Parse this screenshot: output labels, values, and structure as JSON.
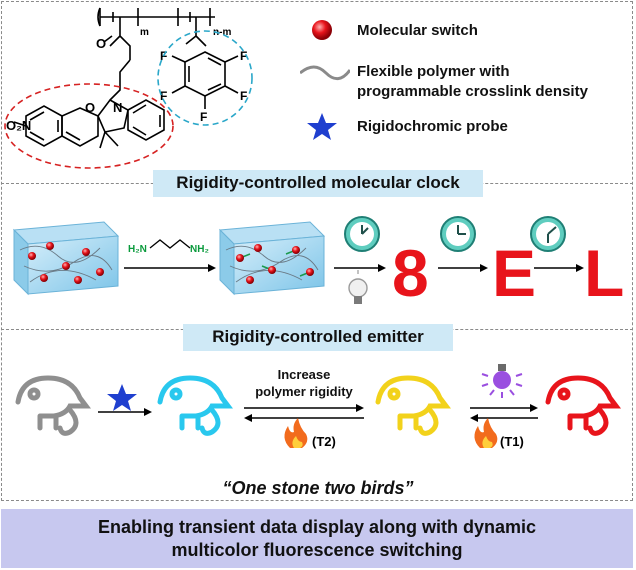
{
  "structure": {
    "subscript_m": "m",
    "subscript_nm": "n-m",
    "nitro_label": "O₂N",
    "n_label": "N",
    "o_label": "O",
    "f_label": "F"
  },
  "legend": {
    "items": [
      {
        "label": "Molecular switch",
        "icon": "red-sphere-icon"
      },
      {
        "label": "Flexible polymer with programmable crosslink density",
        "icon": "wavy-line-icon"
      },
      {
        "label": "Rigidochromic probe",
        "icon": "blue-star-icon"
      }
    ],
    "line2_a": "Flexible polymer with",
    "line2_b": "programmable crosslink density"
  },
  "clock_section": {
    "title": "Rigidity-controlled molecular clock",
    "reagent_left": "H₂N",
    "reagent_right": "NH₂",
    "digits": [
      "8",
      "E",
      "L"
    ]
  },
  "emitter_section": {
    "title": "Rigidity-controlled emitter",
    "step_line1": "Increase",
    "step_line2": "polymer rigidity",
    "t2_label": "(T2)",
    "t1_label": "(T1)",
    "quote": "“One stone two birds”"
  },
  "footer": {
    "line1": "Enabling transient data display along with dynamic",
    "line2": "multicolor fluorescence switching"
  },
  "colors": {
    "switch_red": "#e8141b",
    "probe_blue": "#1f3fcf",
    "cyan_emitter": "#29c8ee",
    "yellow_emitter": "#f2d21b",
    "red_emitter": "#e8141b",
    "gray_chameleon": "#8f8f8f",
    "section_title_bg": "#cfe9f6",
    "footer_bg": "#c7c8ef"
  }
}
